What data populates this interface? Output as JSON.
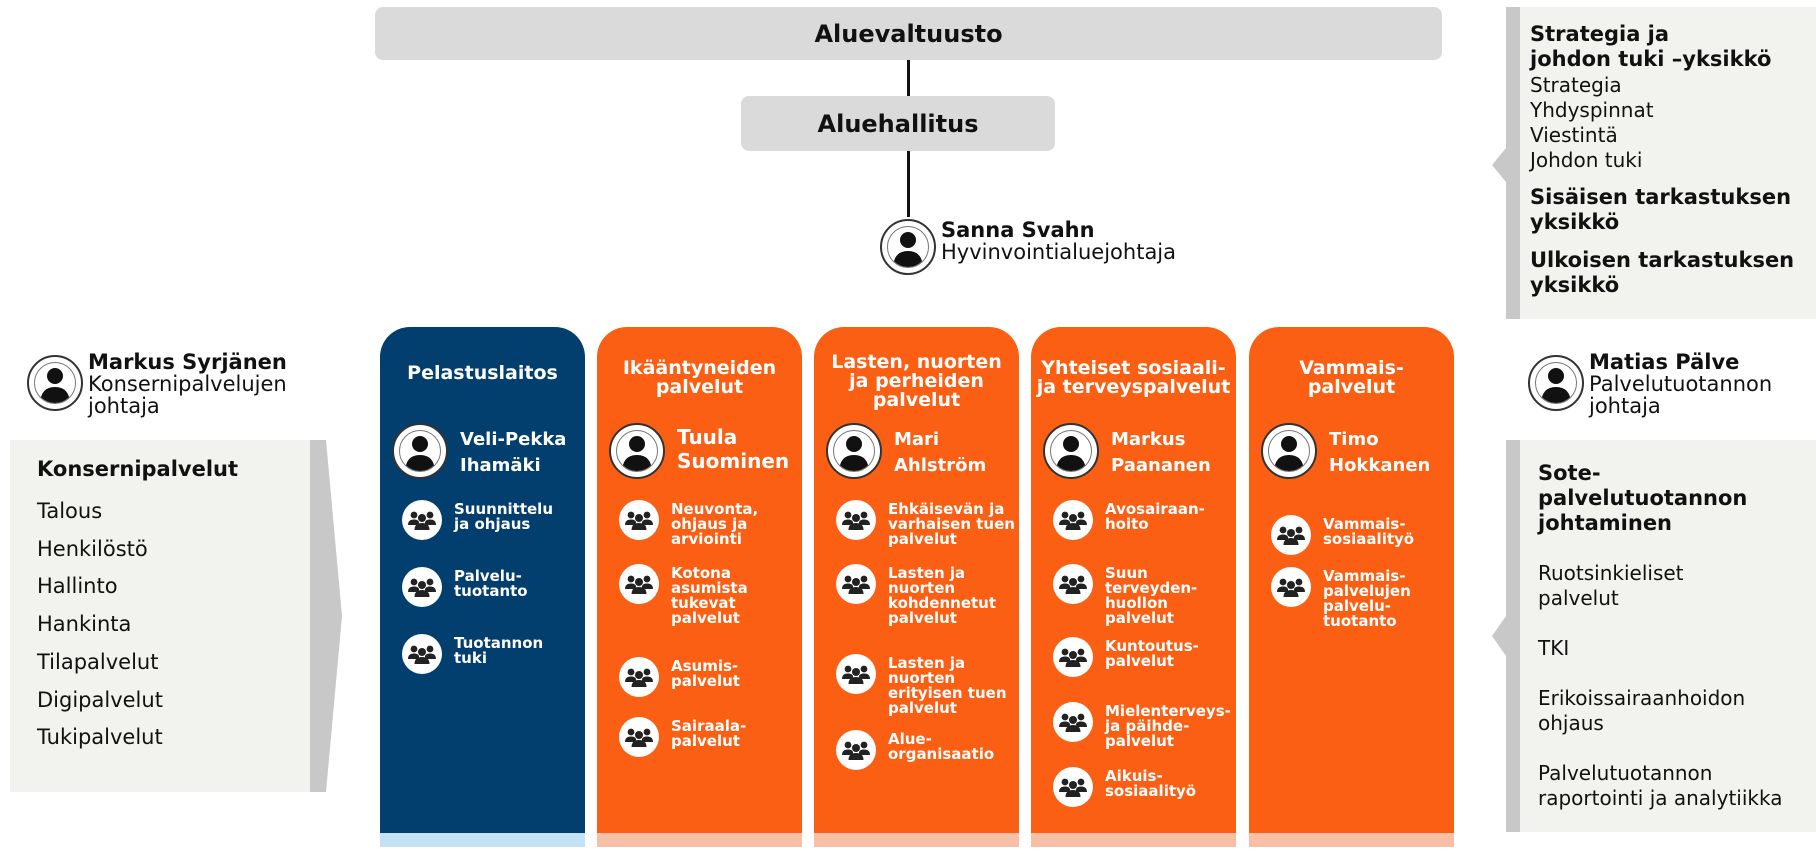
{
  "top": {
    "council": "Aluevaltuusto",
    "board": "Aluehallitus"
  },
  "director": {
    "name": "Sanna Svahn",
    "title": "Hyvinvointialuejohtaja"
  },
  "right_top_panel": {
    "unit1_title_line1": "Strategia ja",
    "unit1_title_line2": "johdon tuki –yksikkö",
    "unit1_items": [
      "Strategia",
      "Yhdyspinnat",
      "Viestintä",
      "Johdon tuki"
    ],
    "unit2_line1": "Sisäisen tarkastuksen",
    "unit2_line2": "yksikkö",
    "unit3_line1": "Ulkoisen tarkastuksen",
    "unit3_line2": "yksikkö"
  },
  "left_person": {
    "name": "Markus Syrjänen",
    "title_line1": "Konsernipalvelujen",
    "title_line2": "johtaja"
  },
  "left_panel": {
    "title": "Konsernipalvelut",
    "items": [
      "Talous",
      "Henkilöstö",
      "Hallinto",
      "Hankinta",
      "Tilapalvelut",
      "Digipalvelut",
      "Tukipalvelut"
    ]
  },
  "right_person": {
    "name": "Matias Pälve",
    "title_line1": "Palvelutuotannon",
    "title_line2": "johtaja"
  },
  "right_panel": {
    "title_line1": "Sote-",
    "title_line2": "palvelutuotannon",
    "title_line3": "johtaminen",
    "items": [
      {
        "l1": "Ruotsinkieliset",
        "l2": "palvelut"
      },
      {
        "l1": "TKI",
        "l2": ""
      },
      {
        "l1": "Erikoissairaanhoidon",
        "l2": "ohjaus"
      },
      {
        "l1": "Palvelutuotannon",
        "l2": "raportointi ja analytiikka"
      }
    ]
  },
  "columns": [
    {
      "title": [
        "Pelastuslaitos"
      ],
      "person": [
        "Veli-Pekka",
        "Ihamäki"
      ],
      "services": [
        [
          "Suunnittelu",
          "ja ohjaus"
        ],
        [
          "Palvelu-",
          "tuotanto"
        ],
        [
          "Tuotannon",
          "tuki"
        ]
      ]
    },
    {
      "title": [
        "Ikääntyneiden",
        "palvelut"
      ],
      "person": [
        "Tuula",
        "Suominen"
      ],
      "services": [
        [
          "Neuvonta,",
          "ohjaus ja",
          "arviointi"
        ],
        [
          "Kotona",
          "asumista",
          "tukevat",
          "palvelut"
        ],
        [
          "Asumis-",
          "palvelut"
        ],
        [
          "Sairaala-",
          "palvelut"
        ]
      ]
    },
    {
      "title": [
        "Lasten, nuorten",
        "ja perheiden",
        "palvelut"
      ],
      "person": [
        "Mari",
        "Ahlström"
      ],
      "services": [
        [
          "Ehkäisevän ja",
          "varhaisen tuen",
          "palvelut"
        ],
        [
          "Lasten ja",
          "nuorten",
          "kohdennetut",
          "palvelut"
        ],
        [
          "Lasten ja",
          "nuorten",
          "erityisen tuen",
          "palvelut"
        ],
        [
          "Alue-",
          "organisaatio"
        ]
      ]
    },
    {
      "title": [
        "Yhteiset sosiaali-",
        "ja terveyspalvelut"
      ],
      "person": [
        "Markus",
        "Paananen"
      ],
      "services": [
        [
          "Avosairaan-",
          "hoito"
        ],
        [
          "Suun",
          "terveyden-",
          "huollon",
          "palvelut"
        ],
        [
          "Kuntoutus-",
          "palvelut"
        ],
        [
          "Mielenterveys-",
          "ja päihde-",
          "palvelut"
        ],
        [
          "Aikuis-",
          "sosiaalityö"
        ]
      ]
    },
    {
      "title": [
        "Vammais-",
        "palvelut"
      ],
      "person": [
        "Timo",
        "Hokkanen"
      ],
      "services": [
        [
          "Vammais-",
          "sosiaalityö"
        ],
        [
          "Vammais-",
          "palvelujen",
          "palvelu-",
          "tuotanto"
        ]
      ]
    }
  ],
  "colors": {
    "blue": "#023e6e",
    "orange": "#fa5f13",
    "grey_box": "#dadada",
    "panel": "#f2f2ef"
  }
}
